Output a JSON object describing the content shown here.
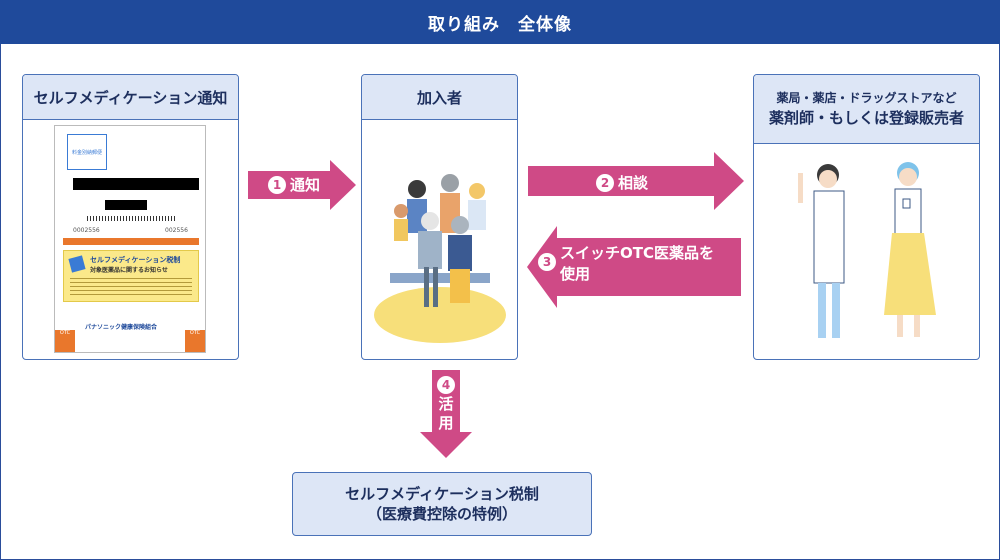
{
  "header": {
    "title": "取り組み　全体像"
  },
  "left_card": {
    "title": "セルフメディケーション通知"
  },
  "middle_card": {
    "title": "加入者"
  },
  "right_card": {
    "title_line1": "薬局・薬店・ドラッグストアなど",
    "title_line2": "薬剤師・もしくは登録販売者"
  },
  "arrows": {
    "a1": {
      "num": "1",
      "label": "通知"
    },
    "a2": {
      "num": "2",
      "label": "相談"
    },
    "a3": {
      "num": "3",
      "label_line1": "スイッチOTC医薬品を",
      "label_line2": "使用"
    },
    "a4": {
      "num": "4",
      "label_line1": "活",
      "label_line2": "用"
    }
  },
  "bottom": {
    "line1": "セルフメディケーション税制",
    "line2": "（医療費控除の特例）"
  },
  "notice_doc": {
    "stamp": "料金別納郵便",
    "number_left": "0002556",
    "number_right": "002556",
    "banner_title": "セルフメディケーション税制",
    "banner_subtitle": "対象医薬品に関するお知らせ",
    "org": "パナソニック健康保険組合",
    "badge": "OTC"
  },
  "colors": {
    "header": "#1f4a9b",
    "card_head": "#dde6f6",
    "arrow": "#cf4a86",
    "border": "#4a72b8"
  }
}
